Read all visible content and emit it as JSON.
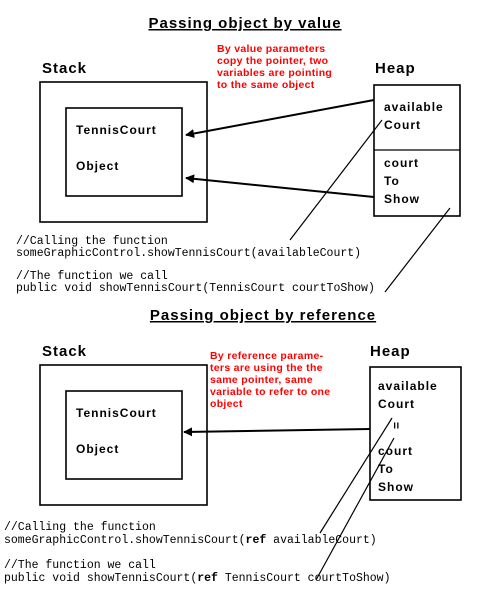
{
  "value_section": {
    "title": "Passing object by value",
    "stack_label": "Stack",
    "heap_label": "Heap",
    "object_line1": "TennisCourt",
    "object_line2": "Object",
    "heap_var1_line1": "available",
    "heap_var1_line2": "Court",
    "heap_var2_line1": "court",
    "heap_var2_line2": "To",
    "heap_var2_line3": "Show",
    "note": [
      "By value parameters",
      "copy the pointer, two",
      "variables are pointing",
      "to the same object"
    ],
    "code_comment1": "//Calling the function",
    "code_call": "someGraphicControl.showTennisCourt(availableCourt)",
    "code_comment2": "//The function we call",
    "code_signature": "public void showTennisCourt(TennisCourt courtToShow)"
  },
  "reference_section": {
    "title": "Passing object by reference",
    "stack_label": "Stack",
    "heap_label": "Heap",
    "object_line1": "TennisCourt",
    "object_line2": "Object",
    "heap_var1_line1": "available",
    "heap_var1_line2": "Court",
    "equals_sign": "=",
    "heap_var2_line1": "court",
    "heap_var2_line2": "To",
    "heap_var2_line3": "Show",
    "note": [
      "By reference parame-",
      "ters are using the the",
      "same pointer, same",
      "variable to refer to one",
      "object"
    ],
    "code_comment1": "//Calling the function",
    "code_call_pre": "someGraphicControl.showTennisCourt(",
    "code_call_kw": "ref",
    "code_call_post": " availableCourt)",
    "code_comment2": "//The function we call",
    "code_sig_pre": "public void showTennisCourt(",
    "code_sig_kw": "ref",
    "code_sig_post": " TennisCourt courtToShow)"
  },
  "colors": {
    "note": "#ff0000",
    "ink": "#000000",
    "background": "#ffffff"
  }
}
